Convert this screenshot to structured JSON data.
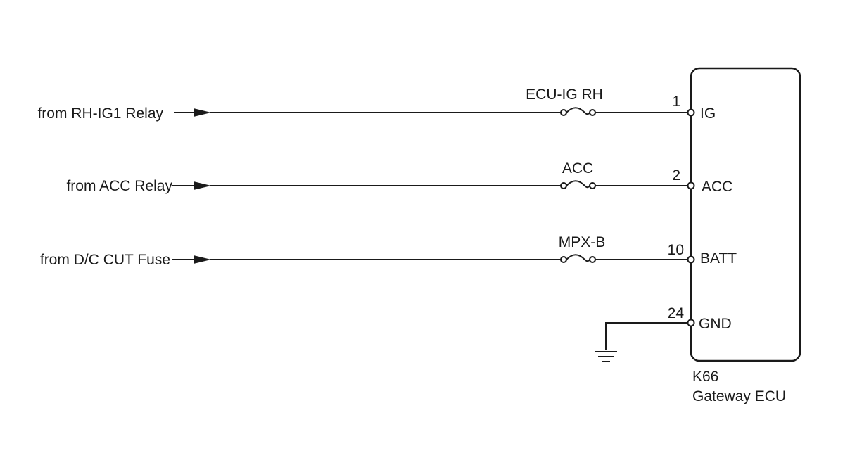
{
  "circuits": [
    {
      "source": "from RH-IG1 Relay",
      "fuse": "ECU-IG RH",
      "pin": "1",
      "terminal": "IG"
    },
    {
      "source": "from ACC Relay",
      "fuse": "ACC",
      "pin": "2",
      "terminal": "ACC"
    },
    {
      "source": "from D/C CUT Fuse",
      "fuse": "MPX-B",
      "pin": "10",
      "terminal": "BATT"
    }
  ],
  "ground": {
    "pin": "24",
    "terminal": "GND"
  },
  "ecu": {
    "connector": "K66",
    "name": "Gateway ECU"
  }
}
